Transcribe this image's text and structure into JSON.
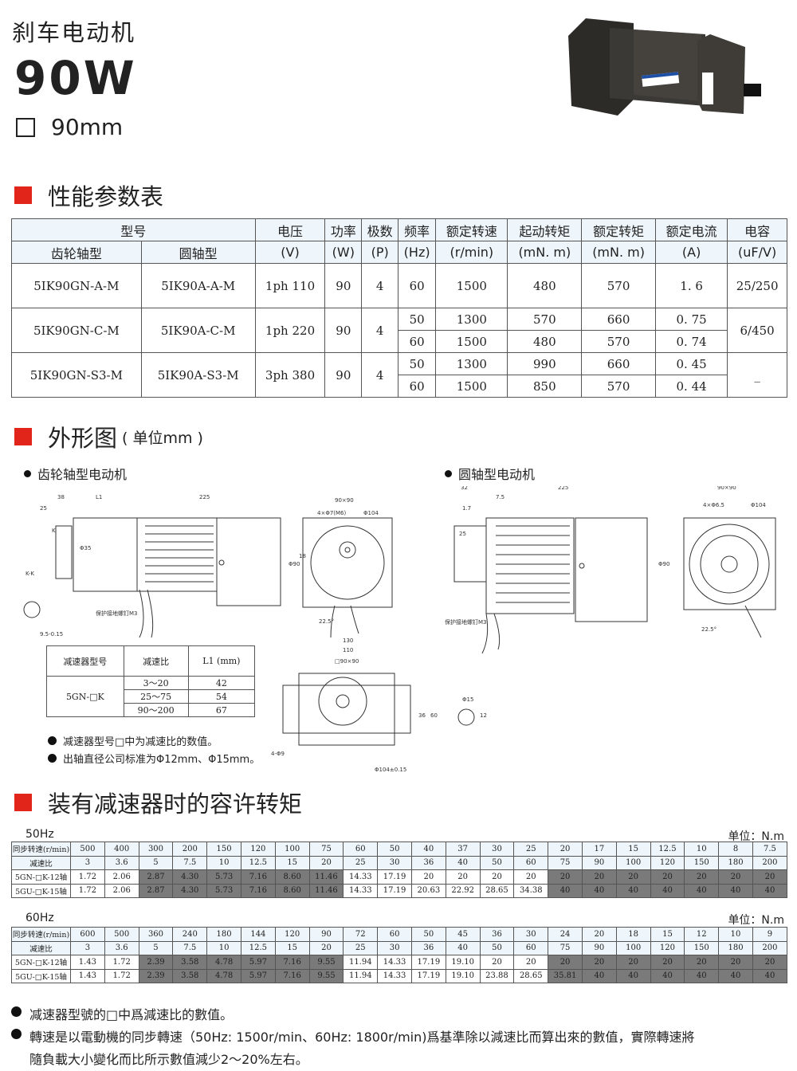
{
  "header": {
    "title": "刹车电动机",
    "power": "90W",
    "frame": "90mm"
  },
  "sections": {
    "performance": "性能参数表",
    "outline": "外形图",
    "outline_unit": "( 单位mm )",
    "torque": "装有减速器时的容许转矩"
  },
  "spec": {
    "h1": [
      "型号",
      "电压",
      "功率",
      "极数",
      "频率",
      "额定转速",
      "起动转矩",
      "额定转矩",
      "额定电流",
      "电容"
    ],
    "h2": [
      "齿轮轴型",
      "圆轴型",
      "(V)",
      "(W)",
      "(P)",
      "(Hz)",
      "(r/min)",
      "(mN. m)",
      "(mN. m)",
      "(A)",
      "(uF/V)"
    ],
    "rows": [
      {
        "gear": "5IK90GN-A-M",
        "round": "5IK90A-A-M",
        "volt": "1ph 110",
        "power": "90",
        "poles": "4",
        "cap": "25/250",
        "sub": [
          [
            "60",
            "1500",
            "480",
            "570",
            "1. 6"
          ]
        ]
      },
      {
        "gear": "5IK90GN-C-M",
        "round": "5IK90A-C-M",
        "volt": "1ph 220",
        "power": "90",
        "poles": "4",
        "cap": "6/450",
        "sub": [
          [
            "50",
            "1300",
            "570",
            "660",
            "0. 75"
          ],
          [
            "60",
            "1500",
            "480",
            "570",
            "0. 74"
          ]
        ]
      },
      {
        "gear": "5IK90GN-S3-M",
        "round": "5IK90A-S3-M",
        "volt": "3ph 380",
        "power": "90",
        "poles": "4",
        "cap": "_",
        "sub": [
          [
            "50",
            "1300",
            "990",
            "660",
            "0. 45"
          ],
          [
            "60",
            "1500",
            "850",
            "570",
            "0. 44"
          ]
        ]
      }
    ]
  },
  "drawings": {
    "gear_label": "齿轮轴型电动机",
    "round_label": "圆轴型电动机",
    "gear_dims": [
      "38",
      "L1",
      "225",
      "25",
      "90×90",
      "4×Φ7(M6)",
      "Φ104",
      "Φ90",
      "18",
      "22.5°",
      "K-K",
      "9.5-0.15",
      "保护接地螺钉M3",
      "Φ35",
      "K"
    ],
    "round_dims": [
      "32",
      "225",
      "7.5",
      "1.7",
      "25",
      "90×90",
      "4×Φ6.5",
      "Φ104",
      "Φ90",
      "22.5°",
      "保护接地螺钉M3"
    ],
    "gearhead_dims": [
      "130",
      "110",
      "□90×90",
      "36",
      "60",
      "4-Φ9",
      "Φ104±0.15",
      "Φ15",
      "12"
    ]
  },
  "reducer": {
    "headers": [
      "减速器型号",
      "减速比",
      "L1 (mm)"
    ],
    "model": "5GN-□K",
    "rows": [
      [
        "3～20",
        "42"
      ],
      [
        "25～75",
        "54"
      ],
      [
        "90～200",
        "67"
      ]
    ]
  },
  "reducer_notes": [
    "减速器型号□中为减速比的数值。",
    "出轴直径公司标准为Φ12mm、Φ15mm。"
  ],
  "torque_tables": [
    {
      "freq": "50Hz",
      "unit": "单位：N.m",
      "labels": [
        "同步转速(r/min)",
        "减速比",
        "5GN-□K-12轴",
        "5GU-□K-15轴"
      ],
      "speed": [
        "500",
        "400",
        "300",
        "200",
        "150",
        "120",
        "100",
        "75",
        "60",
        "50",
        "40",
        "37",
        "30",
        "25",
        "20",
        "17",
        "15",
        "12.5",
        "10",
        "8",
        "7.5"
      ],
      "ratio": [
        "3",
        "3.6",
        "5",
        "7.5",
        "10",
        "12.5",
        "15",
        "20",
        "25",
        "30",
        "36",
        "40",
        "50",
        "60",
        "75",
        "90",
        "100",
        "120",
        "150",
        "180",
        "200"
      ],
      "k12": [
        "1.72",
        "2.06",
        "2.87",
        "4.30",
        "5.73",
        "7.16",
        "8.60",
        "11.46",
        "14.33",
        "17.19",
        "20",
        "20",
        "20",
        "20",
        "20",
        "20",
        "20",
        "20",
        "20",
        "20",
        "20"
      ],
      "k15": [
        "1.72",
        "2.06",
        "2.87",
        "4.30",
        "5.73",
        "7.16",
        "8.60",
        "11.46",
        "14.33",
        "17.19",
        "20.63",
        "22.92",
        "28.65",
        "34.38",
        "40",
        "40",
        "40",
        "40",
        "40",
        "40",
        "40"
      ],
      "shaded": [
        2,
        3,
        4,
        5,
        6,
        7,
        14,
        15,
        16,
        17,
        18,
        19,
        20
      ]
    },
    {
      "freq": "60Hz",
      "unit": "单位：N.m",
      "labels": [
        "同步转速(r/min)",
        "减速比",
        "5GN-□K-12轴",
        "5GU-□K-15轴"
      ],
      "speed": [
        "600",
        "500",
        "360",
        "240",
        "180",
        "144",
        "120",
        "90",
        "72",
        "60",
        "50",
        "45",
        "36",
        "30",
        "24",
        "20",
        "18",
        "15",
        "12",
        "10",
        "9"
      ],
      "ratio": [
        "3",
        "3.6",
        "5",
        "7.5",
        "10",
        "12.5",
        "15",
        "20",
        "25",
        "30",
        "36",
        "40",
        "50",
        "60",
        "75",
        "90",
        "100",
        "120",
        "150",
        "180",
        "200"
      ],
      "k12": [
        "1.43",
        "1.72",
        "2.39",
        "3.58",
        "4.78",
        "5.97",
        "7.16",
        "9.55",
        "11.94",
        "14.33",
        "17.19",
        "19.10",
        "20",
        "20",
        "20",
        "20",
        "20",
        "20",
        "20",
        "20",
        "20"
      ],
      "k15": [
        "1.43",
        "1.72",
        "2.39",
        "3.58",
        "4.78",
        "5.97",
        "7.16",
        "9.55",
        "11.94",
        "14.33",
        "17.19",
        "19.10",
        "23.88",
        "28.65",
        "35.81",
        "40",
        "40",
        "40",
        "40",
        "40",
        "40"
      ],
      "shaded": [
        2,
        3,
        4,
        5,
        6,
        7,
        14,
        15,
        16,
        17,
        18,
        19,
        20
      ]
    }
  ],
  "footnotes": [
    "减速器型號的□中爲減速比的數值。",
    "轉速是以電動機的同步轉速（50Hz: 1500r/min、60Hz: 1800r/min)爲基準除以減速比而算出來的數值，實際轉速將",
    "隨負載大小變化而比所示數值減少2～20%左右。"
  ],
  "colors": {
    "accent": "#e1251b",
    "shade": "#7a7a7a",
    "header_bg": "#eef5fb"
  }
}
